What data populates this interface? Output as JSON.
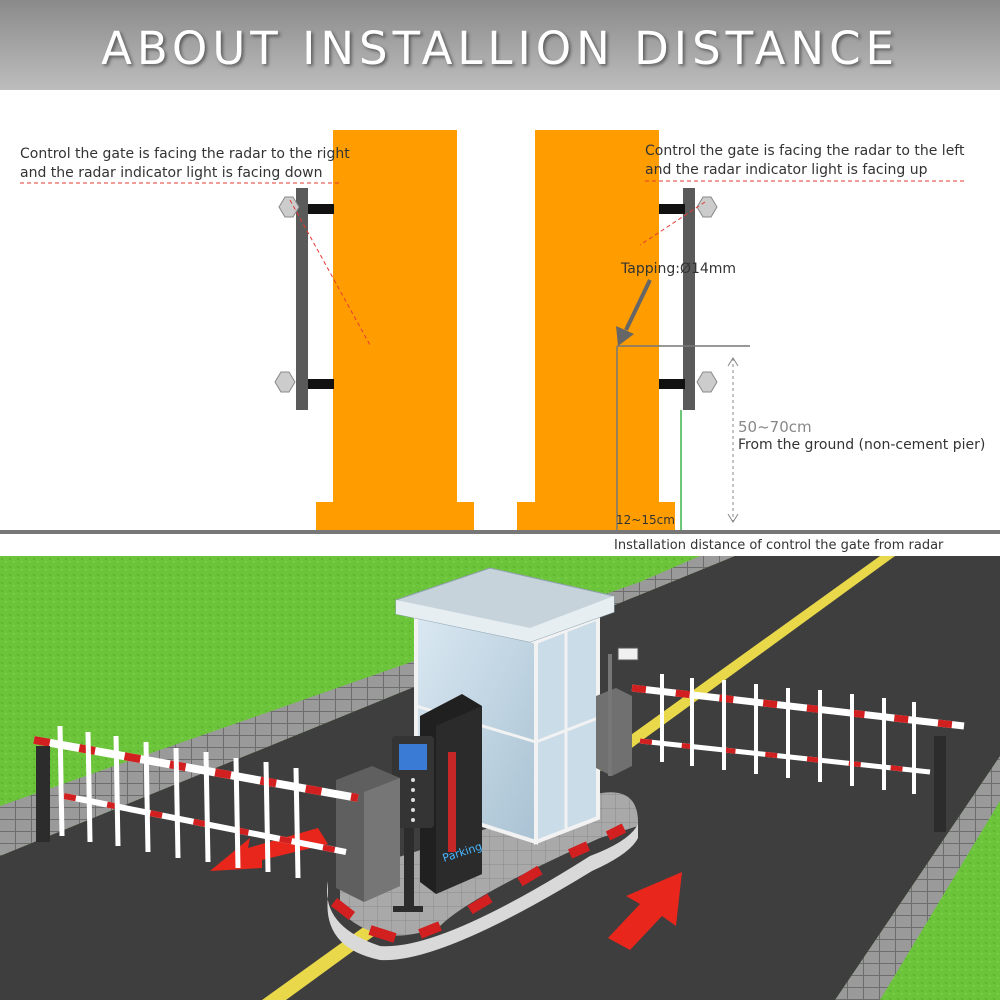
{
  "banner": {
    "title": "ABOUT INSTALLION DISTANCE"
  },
  "diagram": {
    "left_note": [
      "Control the gate is facing the radar to the right",
      "and the radar indicator light is facing down"
    ],
    "right_note": [
      "Control the gate is facing the radar to the left",
      "and the radar indicator light is facing up"
    ],
    "tapping_label": "Tapping:Ø14mm",
    "height_value": "50~70cm",
    "height_note": "From the ground (non-cement pier)",
    "gap_value": "12~15cm",
    "bottom_caption": "Installation distance of control the gate  from radar"
  },
  "scene": {
    "booth_sign": "Parking"
  },
  "colors": {
    "pillar": "#ff9d00",
    "radar_bar": "#555555",
    "guide_line": "#e53935",
    "dimension": "#777777",
    "grass": "#6cc43a",
    "road": "#3e3e3e",
    "arrow": "#e8261c"
  }
}
